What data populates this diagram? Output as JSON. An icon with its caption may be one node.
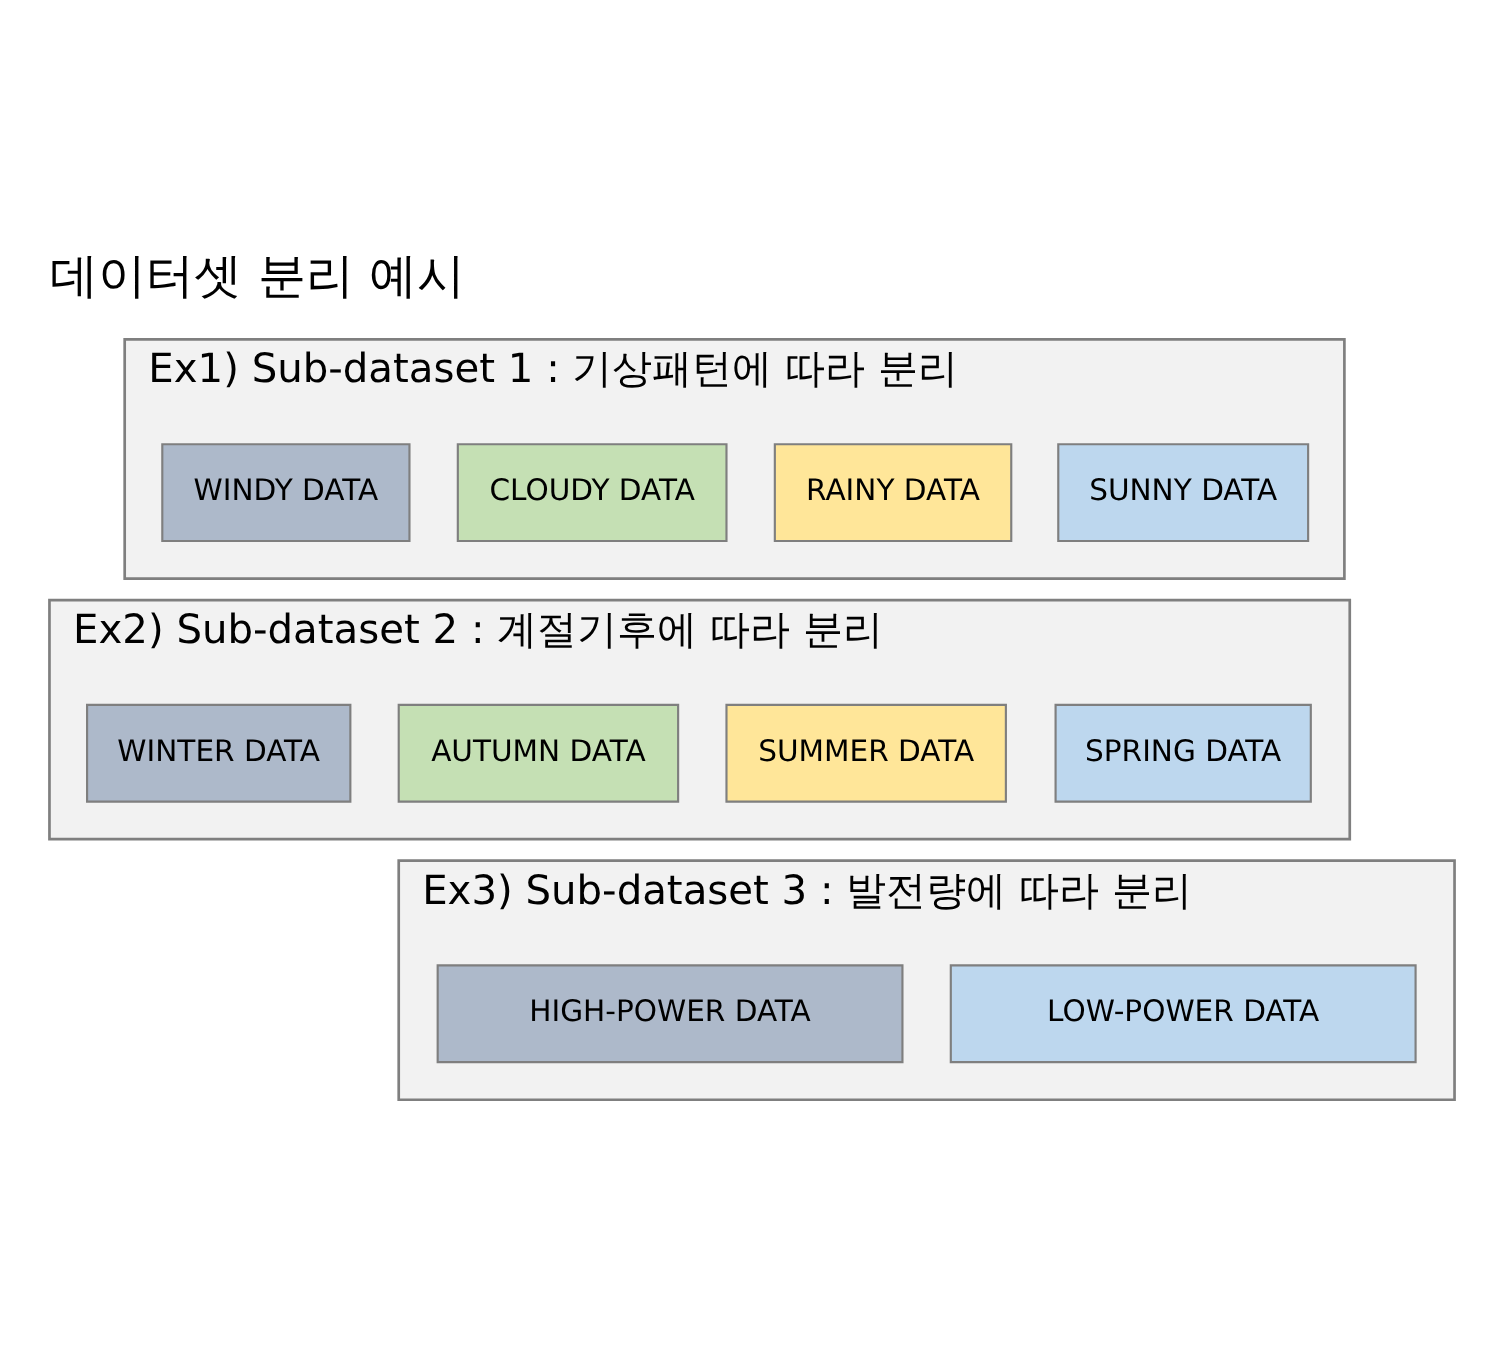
{
  "diagram": {
    "title": "데이터셋 분리 예시",
    "nodes": [
      {
        "text": [
          "Ex1) Sub-dataset 1 : 기상패턴에 따라 분리"
        ]
      },
      {
        "text": [
          "SUNNY DATA"
        ],
        "in": 0
      },
      {
        "text": [
          "RAINY DATA"
        ],
        "in": 0
      },
      {
        "text": [
          "CLOUDY DATA"
        ],
        "in": 0
      },
      {
        "text": [
          "WINDY DATA"
        ],
        "in": 0
      },
      {
        "text": [
          "Ex2) Sub-dataset 2 : 계절기후에 따라 분리"
        ]
      },
      {
        "text": [
          "SPRING DATA"
        ],
        "in": 5
      },
      {
        "text": [
          "SUMMER DATA"
        ],
        "in": 5
      },
      {
        "text": [
          "AUTUMN DATA"
        ],
        "in": 5
      },
      {
        "text": [
          "WINTER DATA"
        ],
        "in": 5
      },
      {
        "text": [
          "Ex3) Sub-dataset 3 : 발전량에 따라 분리"
        ]
      },
      {
        "text": [
          "LOW-POWER DATA"
        ],
        "in": 10
      },
      {
        "text": [
          "HIGH-POWER DATA"
        ],
        "in": 10
      }
    ]
  }
}
